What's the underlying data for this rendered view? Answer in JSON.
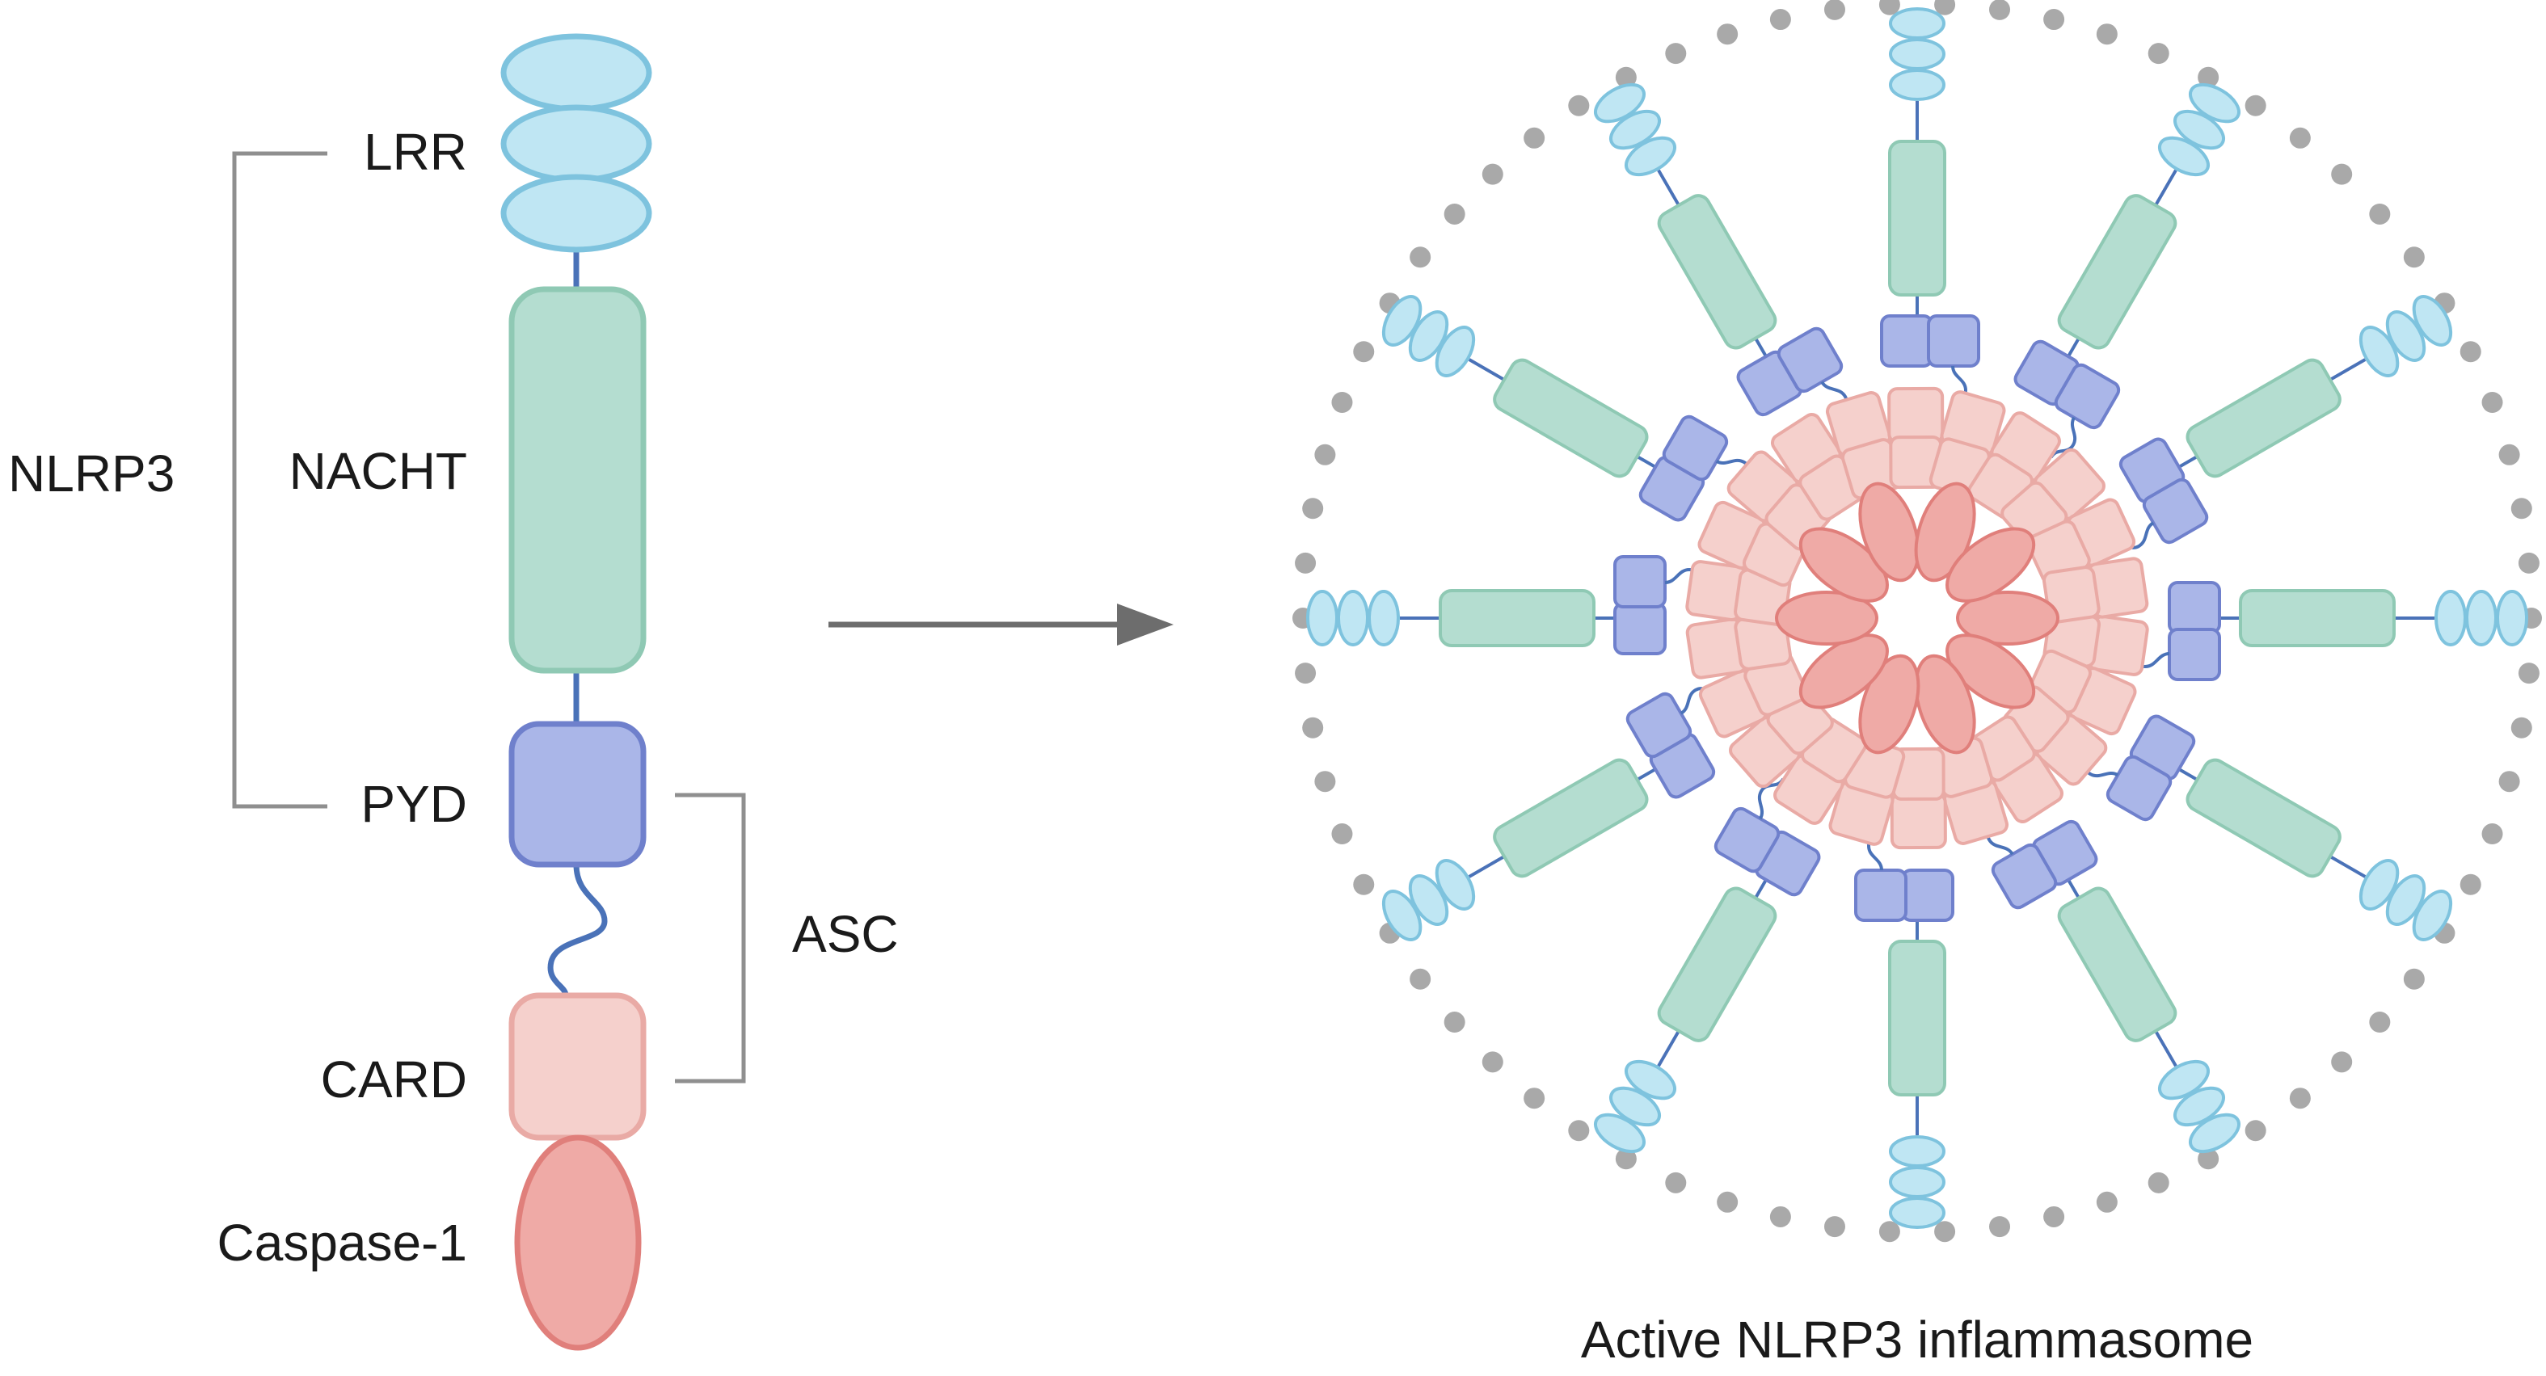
{
  "domain_labels": {
    "lrr": "LRR",
    "nacht": "NACHT",
    "pyd": "PYD",
    "card": "CARD",
    "caspase": "Caspase-1"
  },
  "group_labels": {
    "nlrp3": "NLRP3",
    "asc": "ASC"
  },
  "complex_caption": "Active NLRP3 inflammasome",
  "complex": {
    "nlrp3_spokes": 12,
    "asc_card_ring_units": 22,
    "caspase_ring_units": 10
  },
  "colors": {
    "lrr_fill": "#bfe6f3",
    "lrr_stroke": "#7ec3de",
    "nacht_fill": "#b4ddd0",
    "nacht_stroke": "#8fc9b4",
    "pyd_fill": "#aab6e8",
    "pyd_stroke": "#6f80cc",
    "card_fill": "#f5d0cc",
    "card_stroke": "#e9aaa5",
    "caspase_fill": "#efaaa6",
    "caspase_stroke": "#e07f7b",
    "linker": "#4a72b8",
    "bracket": "#8f8f8f",
    "arrow": "#6d6d6d",
    "dots": "#a9a9a9"
  }
}
